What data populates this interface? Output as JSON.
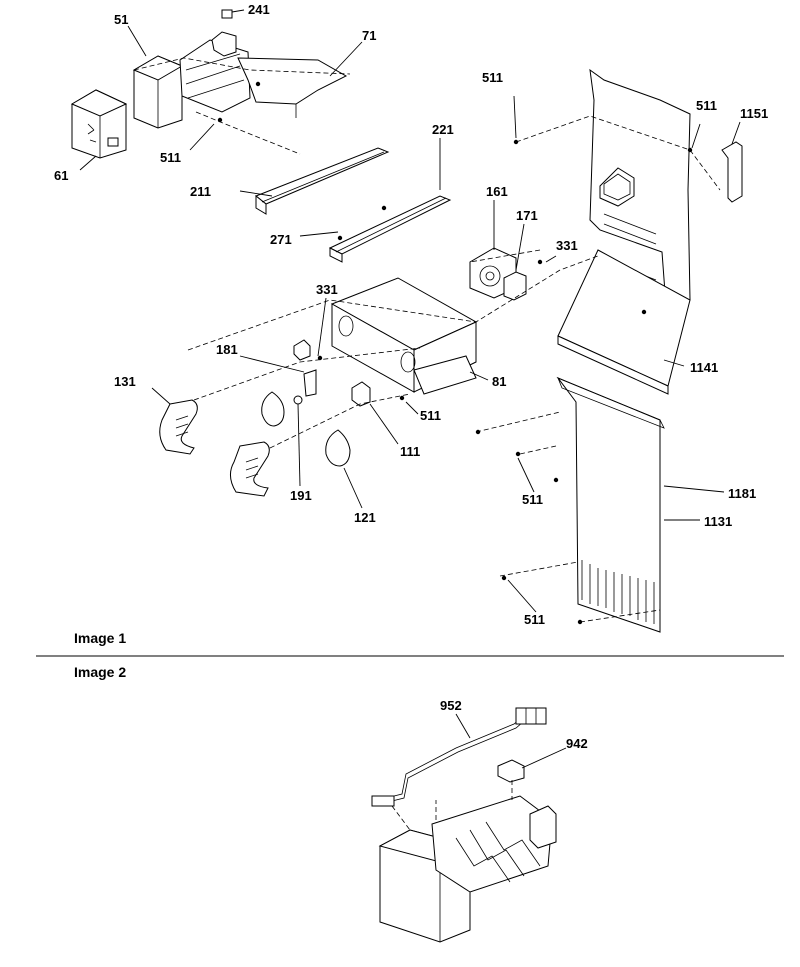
{
  "sections": [
    {
      "caption": "Image 1"
    },
    {
      "caption": "Image 2"
    }
  ],
  "callouts": {
    "c241": "241",
    "c51": "51",
    "c71": "71",
    "c61": "61",
    "c511a": "511",
    "c511b": "511",
    "c511c": "511",
    "c1151": "1151",
    "c211": "211",
    "c221": "221",
    "c161": "161",
    "c171": "171",
    "c331a": "331",
    "c271": "271",
    "c331b": "331",
    "c181": "181",
    "c131": "131",
    "c81": "81",
    "c1141": "1141",
    "c511d": "511",
    "c111": "111",
    "c191": "191",
    "c121": "121",
    "c511e": "511",
    "c1181": "1181",
    "c1131": "1131",
    "c511f": "511",
    "c952": "952",
    "c942": "942"
  }
}
